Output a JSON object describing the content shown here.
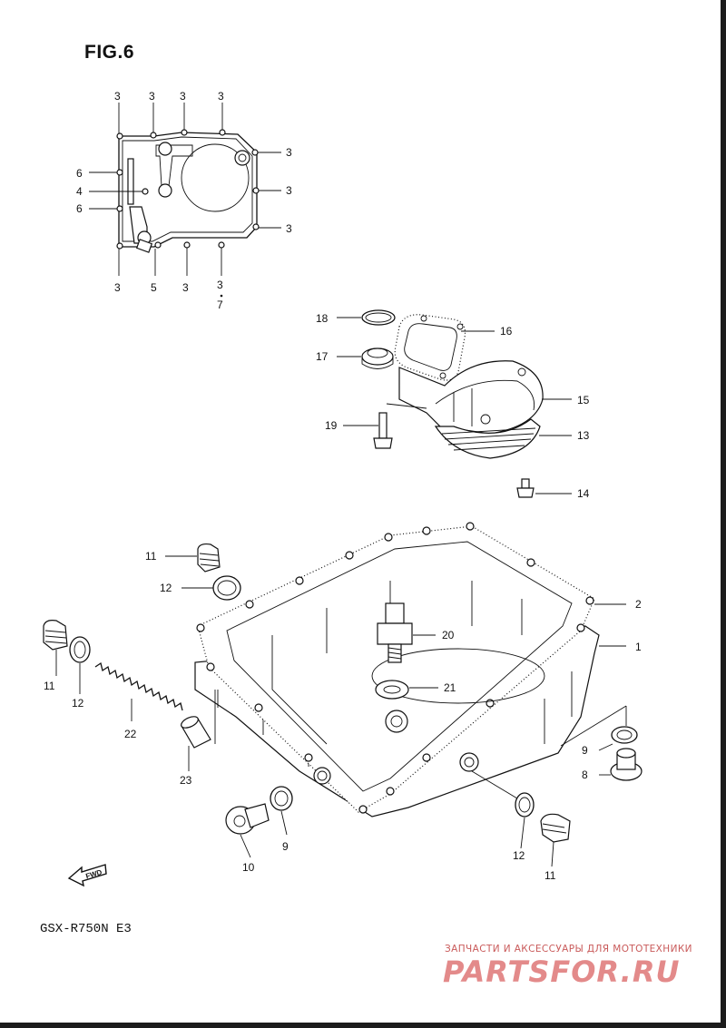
{
  "title": "FIG.6",
  "model": "GSX-R750N E3",
  "watermark": {
    "tagline": "ЗАПЧАСТИ И АКСЕССУАРЫ ДЛЯ МОТОТЕХНИКИ",
    "logo": "PARTSFOR.RU"
  },
  "fwd_label": "FWD",
  "callouts": {
    "c3a": "3",
    "c3b": "3",
    "c3c": "3",
    "c3d": "3",
    "c3e": "3",
    "c3f": "3",
    "c3g": "3",
    "c3h": "3",
    "c3i": "3",
    "c3j": "3",
    "c7": "7",
    "c6a": "6",
    "c4": "4",
    "c6b": "6",
    "c5": "5",
    "c18": "18",
    "c16": "16",
    "c17": "17",
    "c15": "15",
    "c19": "19",
    "c13": "13",
    "c14": "14",
    "c11a": "11",
    "c12a": "12",
    "c2": "2",
    "c20": "20",
    "c1": "1",
    "c11b": "11",
    "c12b": "12",
    "c21": "21",
    "c22": "22",
    "c23": "23",
    "c9a": "9",
    "c8": "8",
    "c10": "10",
    "c9b": "9",
    "c12c": "12",
    "c11c": "11"
  }
}
